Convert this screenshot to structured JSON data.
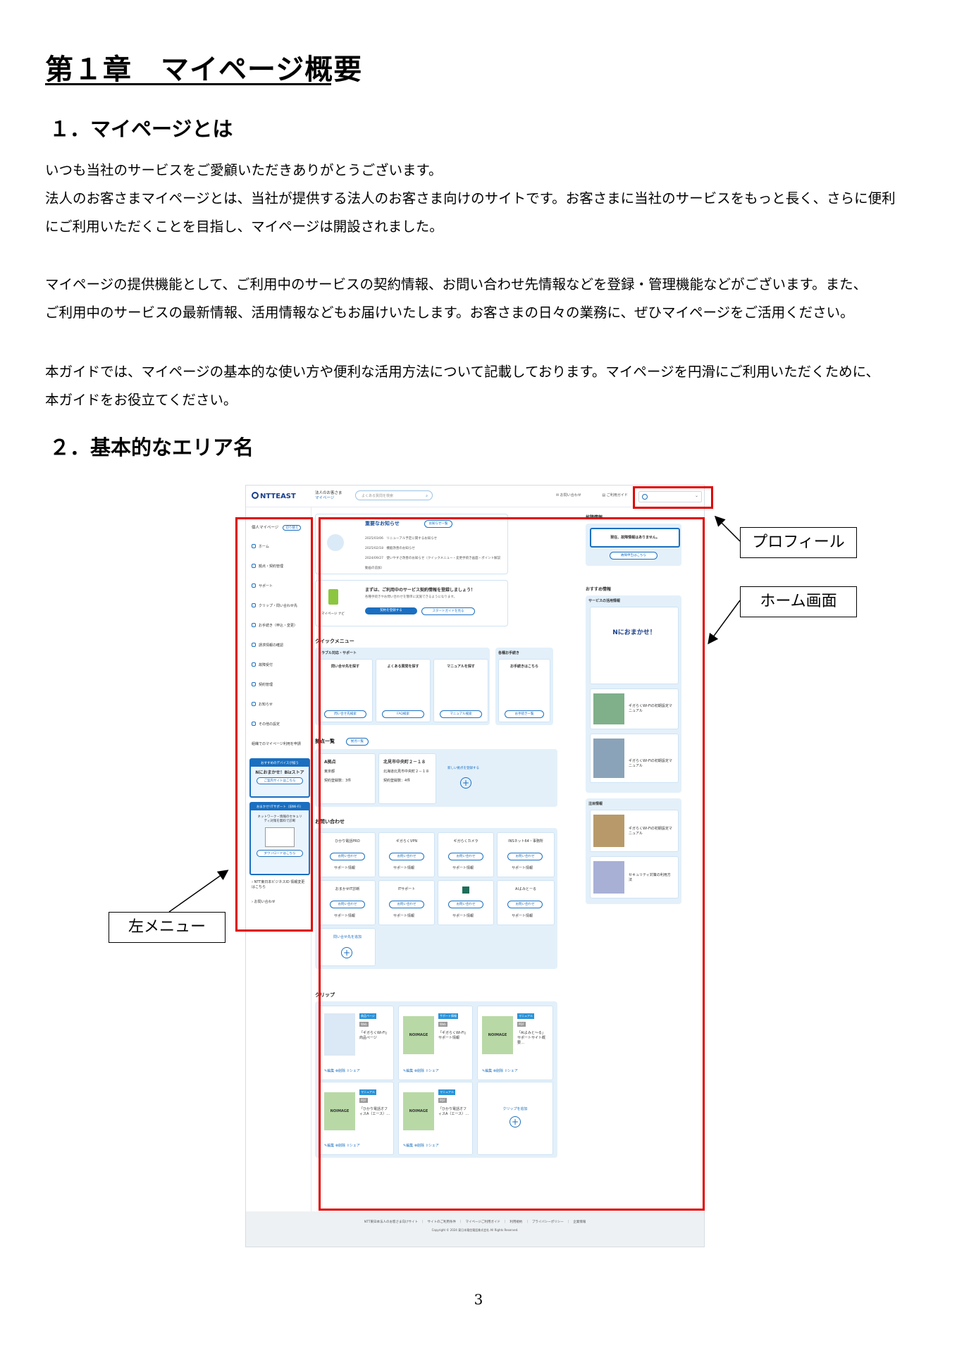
{
  "heading": "第１章　マイページ概要",
  "section1": {
    "title": "１．マイページとは",
    "para1_line1": "いつも当社のサービスをご愛顧いただきありがとうございます。",
    "para1_line2": "法人のお客さまマイページとは、当社が提供する法人のお客さま向けのサイトです。お客さまに当社のサービスをもっと長く、さらに便利",
    "para1_line3": "にご利用いただくことを目指し、マイページは開設されました。",
    "para2_line1": "マイページの提供機能として、ご利用中のサービスの契約情報、お問い合わせ先情報などを登録・管理機能などがございます。また、",
    "para2_line2": "ご利用中のサービスの最新情報、活用情報などもお届けいたします。お客さまの日々の業務に、ぜひマイページをご活用ください。",
    "para3_line1": "本ガイドでは、マイページの基本的な使い方や便利な活用方法について記載しております。マイページを円滑にご利用いただくために、",
    "para3_line2": "本ガイドをお役立てください。"
  },
  "section2": {
    "title": "２．基本的なエリア名"
  },
  "callouts": {
    "profile": "プロフィール",
    "home": "ホーム画面",
    "left_menu": "左メニュー"
  },
  "screenshot": {
    "logo": "NTTEAST",
    "site_title_1": "法人のお客さま",
    "site_title_2": "マイページ",
    "search_placeholder": "よくある質問を検索",
    "header_link_contact": "お問い合わせ",
    "header_link_guide": "ご利用ガイド",
    "leftnav": {
      "head": "個人マイページ",
      "switch": "切り替え",
      "items": [
        "ホーム",
        "拠点・契約管理",
        "サポート",
        "クリップ・問い合わせ先",
        "お手続き（申込・変更）",
        "請求情報の確認",
        "故障受付",
        "契約管理",
        "お知らせ",
        "その他の設定"
      ],
      "org_note": "組織でのマイページ利用を申請",
      "biz_head": "おすすめのデバイスが揃う",
      "biz_body": "Nにおまかせ！Bizストア",
      "biz_btn": "ご案内サイトはこちら",
      "sec_head": "おまかせ!ITサポート（旧Wi-Fi）",
      "sec_body": "ネットワーク・情報のセキュリティ対策を無料で診断",
      "sec_btn": "ダウンロードはこちら",
      "link1": "NTT東日本ビジネスID 情報変更はこちら",
      "link2": "お問い合わせ"
    },
    "important": {
      "title": "重要なお知らせ",
      "more": "お知らせ一覧",
      "items": [
        "2025/03/06　リニューアル予定に関するお知らせ",
        "2025/02/18　機能改善のお知らせ",
        "2024/09/27　使いやすさ改善のお知らせ（クイックメニュー・変更手続き画面・ポイント解説動画の追加）"
      ]
    },
    "register": {
      "title": "まずは、ご利用中のサービス契約情報を登録しましょう！",
      "sub": "各種手続きやお問い合わせを簡単に実施できるようになります。",
      "navi": "マイページ ナビ",
      "btn1": "契約を登録する",
      "btn2": "スタートガイドを見る"
    },
    "quick": {
      "title": "クイックメニュー",
      "group1": "トラブル対応・サポート",
      "group2": "各種お手続き",
      "tiles": [
        {
          "label": "問い合せ先を探す",
          "btn": "問い合せ先検索"
        },
        {
          "label": "よくある質問を探す",
          "btn": "FAQ検索"
        },
        {
          "label": "マニュアルを探す",
          "btn": "マニュアル検索"
        },
        {
          "label": "お手続きはこちら",
          "btn": "お手続き一覧"
        }
      ]
    },
    "sites": {
      "title": "拠点一覧",
      "more": "拠点一覧",
      "site1_name": "A拠点",
      "site1_addr": "東京都",
      "site1_count": "契約登録数：3件",
      "site2_name": "北見市中央町２－１８",
      "site2_addr": "北海道北見市中央町２－１８",
      "site2_count": "契約登録数：4件",
      "add": "新しい拠点を登録する"
    },
    "contact": {
      "title": "お問い合わせ",
      "tiles": [
        "ひかり電話PRO",
        "ギガらくVPN",
        "ギガらくカメラ",
        "INSネット64・事務所",
        "おまかせIT診断",
        "ITサポート",
        "",
        "AIよみとーる"
      ],
      "btn": "お問い合わせ",
      "support": "サポート情報",
      "add": "問い合せ先を追加"
    },
    "clip": {
      "title": "クリップ",
      "items": [
        {
          "tag": "商品ページ",
          "type": "Web",
          "text": "「ギガらくWi-Fi」商品ページ"
        },
        {
          "tag": "サポート情報",
          "type": "Web",
          "text": "「ギガらくWi-Fi」サポート情報"
        },
        {
          "tag": "マニュアル",
          "type": "PDF",
          "text": "「AIよみと～る」サポートサイト概要…"
        },
        {
          "tag": "マニュアル",
          "type": "PDF",
          "text": "「ひかり電話オフィスA（エース）…"
        },
        {
          "tag": "マニュアル",
          "type": "PDF",
          "text": "「ひかり電話オフィスA（エース）…"
        }
      ],
      "noimage": "NOIMAGE",
      "actions": [
        "編集",
        "削除",
        "シェア"
      ],
      "add": "クリップを追加"
    },
    "right": {
      "fault_title": "故障情報",
      "fault_msg": "現在、故障情報はありません。",
      "fault_btn": "故障申告はこちら",
      "rec_title": "おすすめ情報",
      "rec_sub": "サービスの活用情報",
      "omakase": "Nにおまかせ！",
      "card1": "ギガらくWi-Fiの初期設定マニュアル",
      "card2": "ギガらくWi-Fiの初期設定マニュアル",
      "notice_title": "注目情報",
      "card3": "ギガらくWi-Fiの初期設定マニュアル",
      "card4": "セキュリティ対策の利用方法"
    },
    "footer_links": "NTT東日本法人のお客さま向けサイト　｜　サイトのご利用条件　｜　マイページご利用ガイド　｜　利用規約　｜　プライバシーポリシー　｜　企業情報",
    "copyright": "Copyright © 2024 東日本電信電話株式会社 All Rights Reserved."
  },
  "page_number": "3"
}
